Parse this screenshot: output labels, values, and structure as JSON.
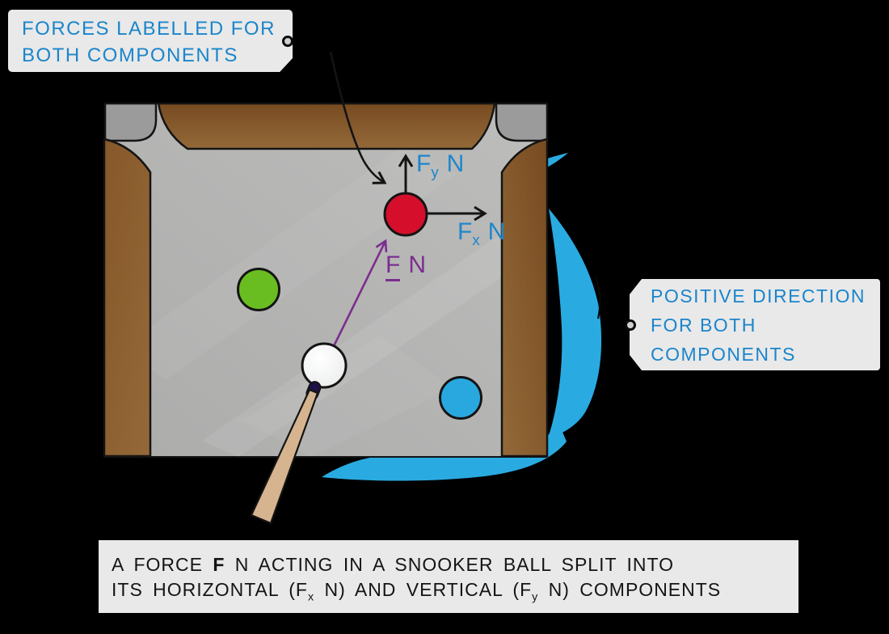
{
  "colors": {
    "background": "#000000",
    "tag-bg": "#e9e9e9",
    "tag-text": "#1b85cb",
    "caption-bg": "#e9e9e9",
    "caption-text": "#141414",
    "label-blue": "#1e86cb",
    "force-purple": "#7b2e8e",
    "arrow-black": "#141414",
    "surface": "#b5b5b4",
    "pocket": "#9b9b9b",
    "rail-dark": "#774b20",
    "rail-mid": "#875829",
    "rail-light": "#946939",
    "swoosh": "#29abe2",
    "ball-red": "#d50f2b",
    "ball-green": "#69bd21",
    "ball-blue": "#29a8e0",
    "ball-white": "#f7f7f7",
    "cue-wood": "#d6b48f",
    "cue-tip": "#1d1145"
  },
  "callout_top": {
    "line1": "FORCES LABELLED FOR",
    "line2": "BOTH COMPONENTS"
  },
  "callout_right": {
    "line1": "POSITIVE DIRECTION",
    "line2": "FOR BOTH",
    "line3": "COMPONENTS"
  },
  "labels": {
    "fy": {
      "f": "F",
      "sub": "y",
      "unit": "N"
    },
    "fx": {
      "f": "F",
      "sub": "x",
      "unit": "N"
    },
    "f": {
      "f": "F",
      "unit": "N"
    }
  },
  "caption": {
    "l1a": "A FORCE ",
    "l1b": "F",
    "l1c": " N ACTING IN A SNOOKER BALL SPLIT INTO",
    "l2a": "ITS HORIZONTAL (F",
    "l2b": "x",
    "l2c": " N) AND VERTICAL (F",
    "l2d": "y",
    "l2e": " N) COMPONENTS"
  }
}
